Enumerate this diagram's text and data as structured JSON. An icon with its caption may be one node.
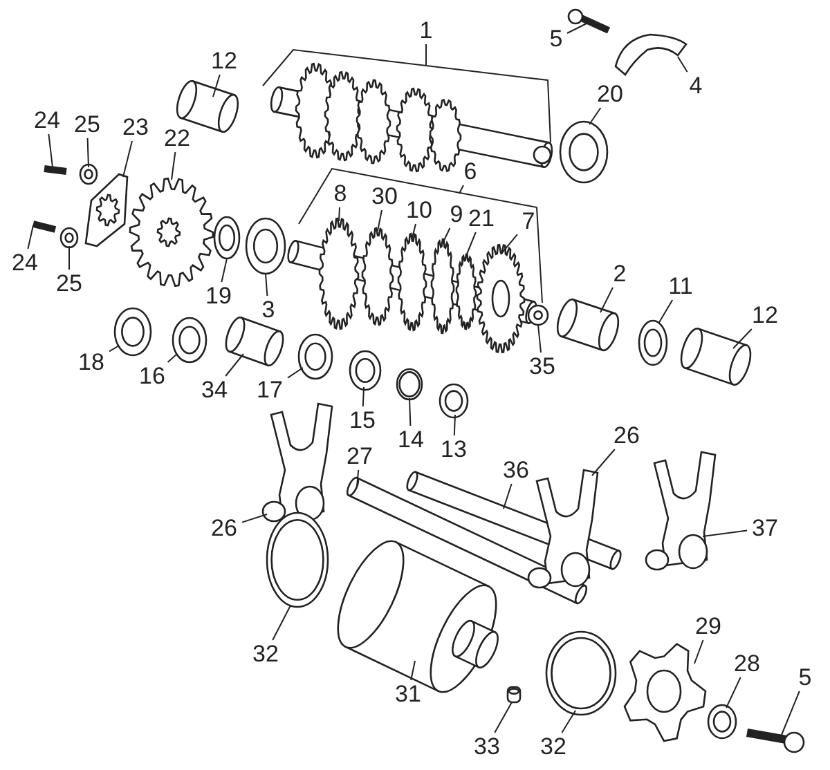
{
  "diagram": {
    "nodes": [
      {
        "text": [
          "12"
        ]
      },
      {
        "text": [
          "1"
        ]
      },
      {
        "text": [
          "5"
        ]
      },
      {
        "text": [
          "4"
        ]
      },
      {
        "text": [
          "20"
        ]
      },
      {
        "text": [
          "24"
        ]
      },
      {
        "text": [
          "25"
        ]
      },
      {
        "text": [
          "23"
        ]
      },
      {
        "text": [
          "22"
        ]
      },
      {
        "text": [
          "24"
        ]
      },
      {
        "text": [
          "25"
        ]
      },
      {
        "text": [
          "19"
        ]
      },
      {
        "text": [
          "3"
        ]
      },
      {
        "text": [
          "8"
        ]
      },
      {
        "text": [
          "30"
        ]
      },
      {
        "text": [
          "10"
        ]
      },
      {
        "text": [
          "6"
        ]
      },
      {
        "text": [
          "9"
        ]
      },
      {
        "text": [
          "21"
        ]
      },
      {
        "text": [
          "7"
        ]
      },
      {
        "text": [
          "2"
        ]
      },
      {
        "text": [
          "11"
        ]
      },
      {
        "text": [
          "12"
        ]
      },
      {
        "text": [
          "35"
        ]
      },
      {
        "text": [
          "18"
        ]
      },
      {
        "text": [
          "16"
        ]
      },
      {
        "text": [
          "34"
        ]
      },
      {
        "text": [
          "17"
        ]
      },
      {
        "text": [
          "15"
        ]
      },
      {
        "text": [
          "14"
        ]
      },
      {
        "text": [
          "13"
        ]
      },
      {
        "text": [
          "26"
        ]
      },
      {
        "text": [
          "27"
        ]
      },
      {
        "text": [
          "36"
        ]
      },
      {
        "text": [
          "26"
        ]
      },
      {
        "text": [
          "37"
        ]
      },
      {
        "text": [
          "32"
        ]
      },
      {
        "text": [
          "31"
        ]
      },
      {
        "text": [
          "33"
        ]
      },
      {
        "text": [
          "32"
        ]
      },
      {
        "text": [
          "29"
        ]
      },
      {
        "text": [
          "28"
        ]
      },
      {
        "text": [
          "5"
        ]
      },
      {
        "text": [],
        "shape": "picture"
      },
      {
        "text": [],
        "shape": "picture"
      },
      {
        "text": [],
        "shape": "picture"
      },
      {
        "text": [],
        "shape": "picture"
      },
      {
        "text": [],
        "shape": "picture"
      },
      {
        "text": [],
        "shape": "picture"
      },
      {
        "text": [],
        "shape": "picture"
      },
      {
        "text": [],
        "shape": "picture"
      },
      {
        "text": [],
        "shape": "picture"
      },
      {
        "text": [],
        "shape": "picture"
      },
      {
        "text": [],
        "shape": "picture"
      },
      {
        "text": [],
        "shape": "picture"
      },
      {
        "text": [],
        "shape": "picture"
      },
      {
        "text": [],
        "shape": "picture"
      },
      {
        "text": [],
        "shape": "picture"
      },
      {
        "text": [],
        "shape": "picture"
      },
      {
        "text": [],
        "shape": "picture"
      },
      {
        "text": [],
        "shape": "picture"
      },
      {
        "text": [],
        "shape": "picture"
      },
      {
        "text": [],
        "shape": "picture"
      },
      {
        "text": [],
        "shape": "picture"
      },
      {
        "text": [],
        "shape": "picture"
      },
      {
        "text": [],
        "shape": "picture"
      },
      {
        "text": [],
        "shape": "picture"
      },
      {
        "text": [],
        "shape": "picture"
      },
      {
        "text": [],
        "shape": "picture"
      },
      {
        "text": [],
        "shape": "picture"
      },
      {
        "text": [],
        "shape": "picture"
      },
      {
        "text": [],
        "shape": "picture"
      },
      {
        "text": [],
        "shape": "picture"
      },
      {
        "text": [],
        "shape": "picture"
      },
      {
        "text": [],
        "shape": "picture"
      },
      {
        "text": [],
        "shape": "picture"
      },
      {
        "text": [],
        "shape": "picture"
      },
      {
        "text": [],
        "shape": "picture"
      },
      {
        "text": [],
        "shape": "picture"
      },
      {
        "text": [],
        "shape": "picture"
      },
      {
        "text": [],
        "shape": "picture"
      },
      {
        "text": [],
        "shape": "picture"
      },
      {
        "text": [],
        "shape": "picture"
      },
      {
        "text": [],
        "shape": "picture"
      },
      {
        "text": [],
        "shape": "picture"
      },
      {
        "text": [],
        "shape": "picture"
      }
    ],
    "edges": [
      {
        "from": 0,
        "to": 43,
        "arrow": "none"
      },
      {
        "from": 1,
        "to": 84,
        "arrow": "none"
      },
      {
        "from": 2,
        "to": 44,
        "arrow": "none"
      },
      {
        "from": 3,
        "to": 45,
        "arrow": "none"
      },
      {
        "from": 4,
        "to": 46,
        "arrow": "none"
      },
      {
        "from": 5,
        "to": 47,
        "arrow": "none"
      },
      {
        "from": 6,
        "to": 48,
        "arrow": "none"
      },
      {
        "from": 7,
        "to": 49,
        "arrow": "none"
      },
      {
        "from": 8,
        "to": 50,
        "arrow": "none"
      },
      {
        "from": 9,
        "to": 51,
        "arrow": "none"
      },
      {
        "from": 10,
        "to": 52,
        "arrow": "none"
      },
      {
        "from": 11,
        "to": 53,
        "arrow": "none"
      },
      {
        "from": 12,
        "to": 54,
        "arrow": "none"
      },
      {
        "from": 13,
        "to": 55,
        "arrow": "none"
      },
      {
        "from": 14,
        "to": 56,
        "arrow": "none"
      },
      {
        "from": 15,
        "to": 57,
        "arrow": "none"
      },
      {
        "from": 16,
        "to": 85,
        "arrow": "none"
      },
      {
        "from": 17,
        "to": 58,
        "arrow": "none"
      },
      {
        "from": 18,
        "to": 59,
        "arrow": "none"
      },
      {
        "from": 19,
        "to": 60,
        "arrow": "none"
      },
      {
        "from": 20,
        "to": 61,
        "arrow": "none"
      },
      {
        "from": 21,
        "to": 62,
        "arrow": "none"
      },
      {
        "from": 22,
        "to": 63,
        "arrow": "none"
      },
      {
        "from": 23,
        "to": 64,
        "arrow": "none"
      },
      {
        "from": 24,
        "to": 65,
        "arrow": "none"
      },
      {
        "from": 25,
        "to": 66,
        "arrow": "none"
      },
      {
        "from": 26,
        "to": 67,
        "arrow": "none"
      },
      {
        "from": 27,
        "to": 68,
        "arrow": "none"
      },
      {
        "from": 28,
        "to": 69,
        "arrow": "none"
      },
      {
        "from": 29,
        "to": 70,
        "arrow": "none"
      },
      {
        "from": 30,
        "to": 71,
        "arrow": "none"
      },
      {
        "from": 31,
        "to": 72,
        "arrow": "none"
      },
      {
        "from": 32,
        "to": 73,
        "arrow": "none"
      },
      {
        "from": 33,
        "to": 74,
        "arrow": "none"
      },
      {
        "from": 34,
        "to": 75,
        "arrow": "none"
      },
      {
        "from": 35,
        "to": 76,
        "arrow": "none"
      },
      {
        "from": 36,
        "to": 77,
        "arrow": "none"
      },
      {
        "from": 37,
        "to": 78,
        "arrow": "none"
      },
      {
        "from": 38,
        "to": 79,
        "arrow": "none"
      },
      {
        "from": 39,
        "to": 80,
        "arrow": "none"
      },
      {
        "from": 40,
        "to": 81,
        "arrow": "none"
      },
      {
        "from": 41,
        "to": 82,
        "arrow": "none"
      },
      {
        "from": 42,
        "to": 83,
        "arrow": "none"
      }
    ]
  }
}
